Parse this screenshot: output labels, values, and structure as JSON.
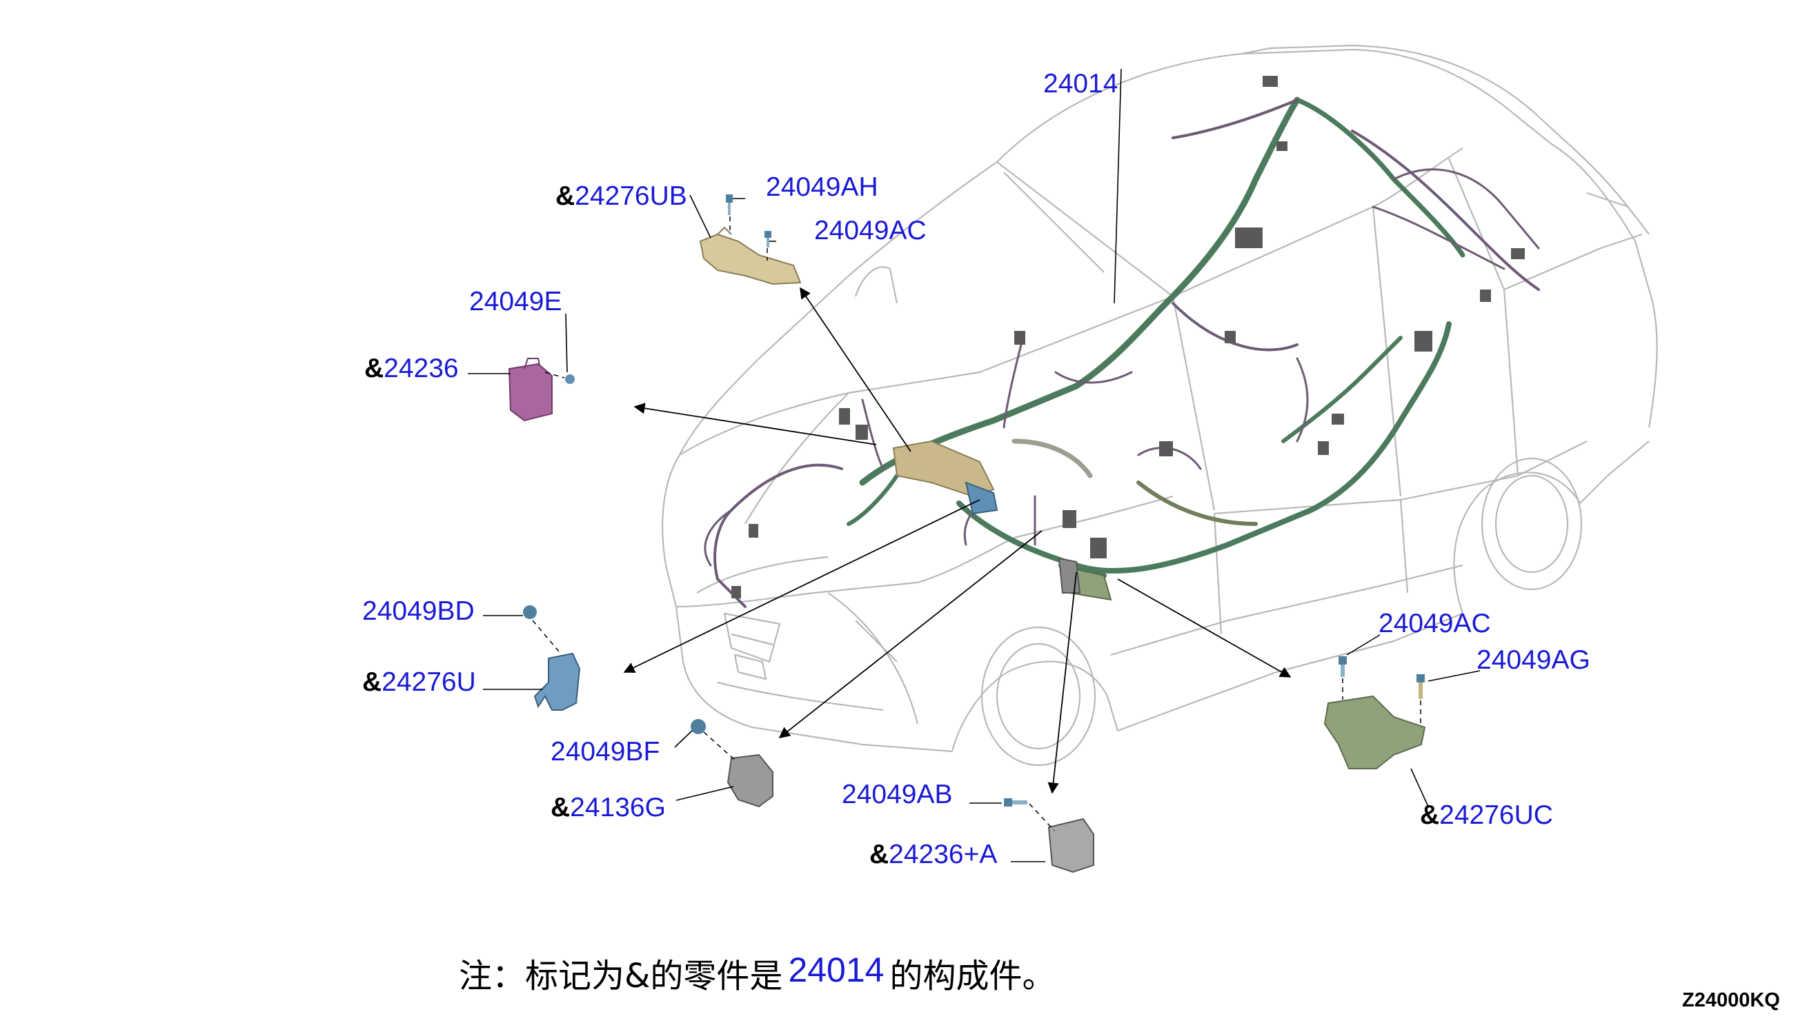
{
  "callouts": {
    "c24014": "24014",
    "c24049AH": "24049AH",
    "c24276UB": "24276UB",
    "c24049AC_top": "24049AC",
    "c24049E": "24049E",
    "c24236": "24236",
    "c24049BD": "24049BD",
    "c24276U": "24276U",
    "c24049BF": "24049BF",
    "c24136G": "24136G",
    "c24049AB": "24049AB",
    "c24236A": "24236+A",
    "c24049AC_right": "24049AC",
    "c24049AG": "24049AG",
    "c24276UC": "24276UC"
  },
  "amp_mark": "&",
  "note": {
    "prefix": "注：标记为&的零件是",
    "part": "24014",
    "suffix": "的构成件。"
  },
  "diagram_code": "Z24000KQ",
  "colors": {
    "label": "#1a1ad6",
    "car_outline": "#b8b8b8",
    "harness_main": "#4c7a5c",
    "harness_branch": "#6e5a74",
    "bracket_gold": "#c9b98a",
    "bracket_purple": "#9a5b93",
    "bracket_blue": "#5f8fb5",
    "bracket_green": "#8fa27a",
    "module_grey": "#8a8a8a"
  }
}
